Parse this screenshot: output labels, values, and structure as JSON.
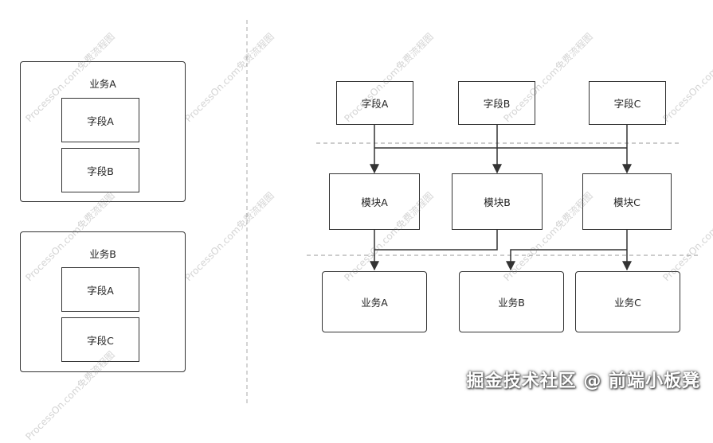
{
  "left": {
    "groups": [
      {
        "title": "业务A",
        "fields": [
          "字段A",
          "字段B"
        ]
      },
      {
        "title": "业务B",
        "fields": [
          "字段A",
          "字段C"
        ]
      }
    ]
  },
  "right": {
    "fields": [
      "字段A",
      "字段B",
      "字段C"
    ],
    "modules": [
      "模块A",
      "模块B",
      "模块C"
    ],
    "businesses": [
      "业务A",
      "业务B",
      "业务C"
    ]
  },
  "watermark": "ProcessOn.com免费流程图",
  "footer": "掘金技术社区 @ 前端小板凳"
}
